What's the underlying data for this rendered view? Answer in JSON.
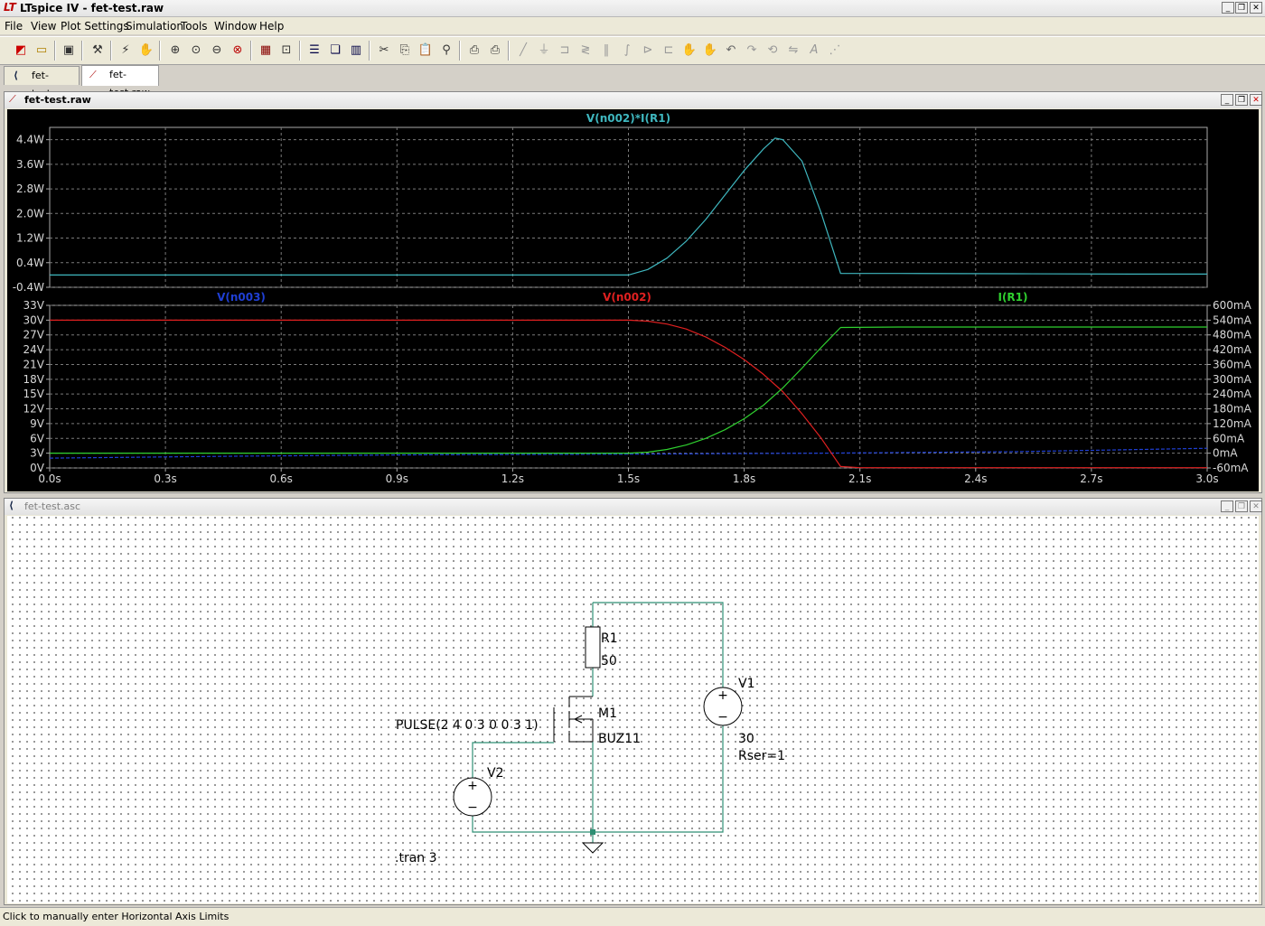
{
  "window": {
    "title": "LTspice IV - fet-test.raw"
  },
  "menu": [
    "File",
    "View",
    "Plot Settings",
    "Simulation",
    "Tools",
    "Window",
    "Help"
  ],
  "toolbar": {
    "icons": [
      "new-schematic-icon",
      "open-icon",
      "save-icon",
      "control-panel-icon",
      "run-icon",
      "pan-hand-icon",
      "zoom-in-icon",
      "zoom-area-icon",
      "zoom-out-icon",
      "zoom-cancel-icon",
      "autorange-icon",
      "fit-icon",
      "tile-horizontal-icon",
      "cascade-icon",
      "tile-vertical-icon",
      "cut-icon",
      "copy-icon",
      "paste-icon",
      "find-icon",
      "print-setup-icon",
      "print-icon",
      "wire-icon",
      "ground-icon",
      "label-net-icon",
      "resistor-icon",
      "capacitor-icon",
      "inductor-icon",
      "diode-icon",
      "component-icon",
      "move-icon",
      "drag-icon",
      "undo-icon",
      "redo-icon",
      "rotate-icon",
      "mirror-icon",
      "text-icon",
      "spice-directive-icon"
    ]
  },
  "tabs": [
    {
      "label": "fet-test.asc",
      "active": false
    },
    {
      "label": "fet-test.raw",
      "active": true
    }
  ],
  "plot_window": {
    "title": "fet-test.raw"
  },
  "schematic_window": {
    "title": "fet-test.asc"
  },
  "chart_data": [
    {
      "type": "line",
      "title": "V(n002)*I(R1)",
      "xlim": [
        0,
        3.0
      ],
      "ylim": [
        -0.4,
        4.8
      ],
      "y_ticks": [
        "4.4W",
        "3.6W",
        "2.8W",
        "2.0W",
        "1.2W",
        "0.4W",
        "-0.4W"
      ],
      "y_tick_values": [
        4.4,
        3.6,
        2.8,
        2.0,
        1.2,
        0.4,
        -0.4
      ],
      "grid": true,
      "series": [
        {
          "name": "V(n002)*I(R1)",
          "color": "#3fb7bf",
          "x": [
            0,
            0.5,
            1.0,
            1.5,
            1.55,
            1.6,
            1.65,
            1.7,
            1.75,
            1.8,
            1.85,
            1.88,
            1.9,
            1.95,
            2.0,
            2.05,
            2.2,
            2.5,
            2.8,
            3.0
          ],
          "y": [
            0,
            0,
            0,
            0,
            0.18,
            0.55,
            1.1,
            1.8,
            2.6,
            3.4,
            4.1,
            4.45,
            4.4,
            3.7,
            2.0,
            0.05,
            0.05,
            0.04,
            0.03,
            0.03
          ]
        }
      ]
    },
    {
      "type": "line",
      "xlim": [
        0,
        3.0
      ],
      "x_ticks": [
        "0.0s",
        "0.3s",
        "0.6s",
        "0.9s",
        "1.2s",
        "1.5s",
        "1.8s",
        "2.1s",
        "2.4s",
        "2.7s",
        "3.0s"
      ],
      "x_tick_values": [
        0,
        0.3,
        0.6,
        0.9,
        1.2,
        1.5,
        1.8,
        2.1,
        2.4,
        2.7,
        3.0
      ],
      "ylim_left": [
        0,
        33
      ],
      "y_ticks_left": [
        "33V",
        "30V",
        "27V",
        "24V",
        "21V",
        "18V",
        "15V",
        "12V",
        "9V",
        "6V",
        "3V",
        "0V"
      ],
      "y_tick_values_left": [
        33,
        30,
        27,
        24,
        21,
        18,
        15,
        12,
        9,
        6,
        3,
        0
      ],
      "ylim_right": [
        -60,
        600
      ],
      "y_ticks_right": [
        "600mA",
        "540mA",
        "480mA",
        "420mA",
        "360mA",
        "300mA",
        "240mA",
        "180mA",
        "120mA",
        "60mA",
        "0mA",
        "-60mA"
      ],
      "y_tick_values_right": [
        600,
        540,
        480,
        420,
        360,
        300,
        240,
        180,
        120,
        60,
        0,
        -60
      ],
      "grid": true,
      "series": [
        {
          "name": "V(n003)",
          "color": "#1f3fd4",
          "axis": "left",
          "x": [
            0,
            0.5,
            1.0,
            1.5,
            2.0,
            2.5,
            3.0
          ],
          "y": [
            2.0,
            2.4,
            2.7,
            2.8,
            3.0,
            3.3,
            4.0
          ]
        },
        {
          "name": "V(n002)",
          "color": "#e02020",
          "axis": "left",
          "x": [
            0,
            1.0,
            1.5,
            1.55,
            1.6,
            1.65,
            1.7,
            1.75,
            1.8,
            1.85,
            1.9,
            1.95,
            2.0,
            2.05,
            2.1,
            2.5,
            3.0
          ],
          "y": [
            30,
            30,
            30,
            29.8,
            29.2,
            28.2,
            26.6,
            24.5,
            22.0,
            19.0,
            15.5,
            11.0,
            6.0,
            0.3,
            0.05,
            0.05,
            0.05
          ]
        },
        {
          "name": "I(R1)",
          "color": "#2fd02f",
          "axis": "right",
          "x": [
            0,
            1.0,
            1.5,
            1.55,
            1.6,
            1.65,
            1.7,
            1.75,
            1.8,
            1.85,
            1.9,
            1.95,
            2.0,
            2.05,
            2.2,
            2.5,
            3.0
          ],
          "y": [
            0,
            0,
            0,
            4,
            15,
            33,
            60,
            95,
            140,
            195,
            265,
            345,
            430,
            510,
            512,
            512,
            512
          ]
        }
      ]
    }
  ],
  "schematic": {
    "wire_color": "#2f8f74",
    "components": {
      "r1": {
        "name": "R1",
        "value": "50"
      },
      "m1": {
        "name": "M1",
        "model": "BUZ11"
      },
      "v1": {
        "name": "V1",
        "value": "30",
        "extra": "Rser=1"
      },
      "v2": {
        "name": "V2",
        "value": "PULSE(2 4 0 3 0 0 3 1)"
      }
    },
    "directive": ".tran 3"
  },
  "status": {
    "text": "Click to manually enter Horizontal Axis Limits"
  }
}
